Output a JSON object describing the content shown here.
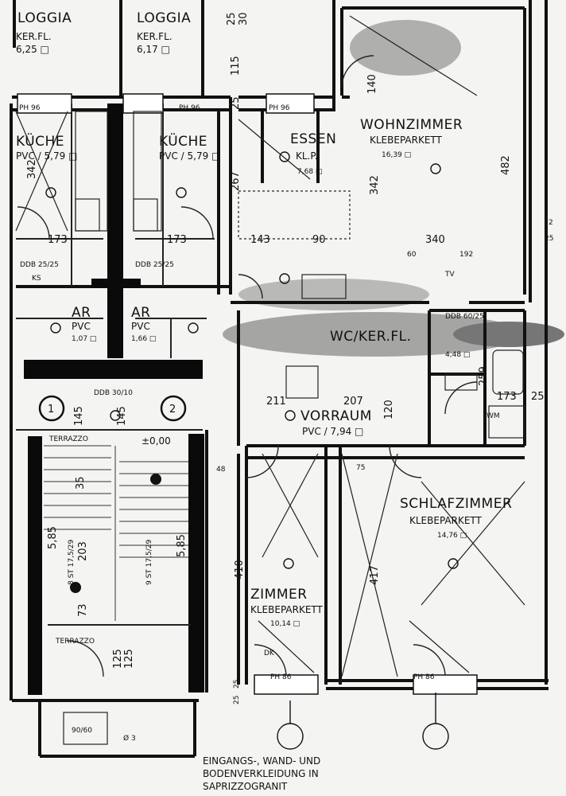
{
  "rooms": [
    {
      "id": "loggia1",
      "name": "LOGGIA",
      "floor": "KER.FL.",
      "area": "6,25 □"
    },
    {
      "id": "loggia2",
      "name": "LOGGIA",
      "floor": "KER.FL.",
      "area": "6,17 □"
    },
    {
      "id": "kueche1",
      "name": "KÜCHE",
      "floor": "PVC / 5,79 □"
    },
    {
      "id": "kueche2",
      "name": "KÜCHE",
      "floor": "PVC / 5,79 □"
    },
    {
      "id": "essen",
      "name": "ESSEN",
      "floor": "KL.P.",
      "area": "7,68 □"
    },
    {
      "id": "wohnzimmer",
      "name": "WOHNZIMMER",
      "floor": "KLEBEPARKETT",
      "area": "16,39 □"
    },
    {
      "id": "ar1",
      "name": "AR",
      "floor": "PVC",
      "area": "1,07 □"
    },
    {
      "id": "ar2",
      "name": "AR",
      "floor": "PVC",
      "area": "1,66 □"
    },
    {
      "id": "wc",
      "name": "WC/KER.FL.",
      "area": "4,48 □"
    },
    {
      "id": "vorraum",
      "name": "VORRAUM",
      "floor": "PVC / 7,94 □"
    },
    {
      "id": "schlafzimmer",
      "name": "SCHLAFZIMMER",
      "floor": "KLEBEPARKETT",
      "area": "14,76 □"
    },
    {
      "id": "zimmer",
      "name": "ZIMMER",
      "floor": "KLEBEPARKETT",
      "area": "10,14 □"
    }
  ],
  "stair": {
    "terrazzo_top": "TERRAZZO",
    "terrazzo_bottom": "TERRAZZO",
    "level": "±0,00",
    "left_steps": "8 ST 17,5/29",
    "right_steps": "9 ST 17,5/29",
    "marker_1": "1",
    "marker_2": "2"
  },
  "fixtures": {
    "ph1": "PH 96",
    "ph2": "PH 96",
    "ph3": "PH 96",
    "ph4": "PH 86",
    "ph5": "PH 86",
    "ddb1": "DDB 25/25",
    "ddb2": "DDB 25/25",
    "ddb3": "DDB 60/25",
    "ddb4": "DDB 30/10",
    "dk": "DK",
    "ks": "KS",
    "tv": "TV",
    "wm": "WM",
    "box": "90/60",
    "phi3": "Ø 3"
  },
  "dims": [
    "25",
    "30",
    "115",
    "140",
    "25",
    "342",
    "267",
    "342",
    "482",
    "173",
    "173",
    "143",
    "90",
    "340",
    "60",
    "192",
    "211",
    "207",
    "120",
    "259",
    "173",
    "25",
    "145",
    "145",
    "35",
    "5,85",
    "203",
    "73",
    "5,85",
    "125",
    "125",
    "410",
    "417",
    "75",
    "48",
    "25",
    "25",
    "25",
    "2"
  ],
  "caption": [
    "EINGANGS-, WAND- UND",
    "BODENVERKLEIDUNG IN",
    "SAPRIZZOGRANIT"
  ]
}
